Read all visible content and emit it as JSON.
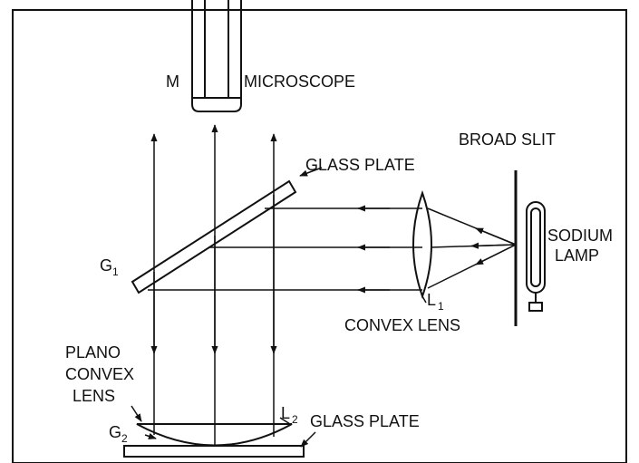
{
  "diagram": {
    "labels": {
      "m": "M",
      "microscope": "MICROSCOPE",
      "broad_slit": "BROAD SLIT",
      "glass_plate_top": "GLASS PLATE",
      "sodium": "SODIUM",
      "lamp": "LAMP",
      "g1_letter": "G",
      "g1_sub": "1",
      "l1_letter": "L",
      "l1_sub": "1",
      "convex_lens": "CONVEX LENS",
      "plano": "PLANO",
      "convex": "CONVEX",
      "lens": "LENS",
      "l2_letter": "L",
      "l2_sub": "2",
      "g2_letter": "G",
      "g2_sub": "2",
      "glass_plate_bottom": "GLASS PLATE"
    }
  }
}
